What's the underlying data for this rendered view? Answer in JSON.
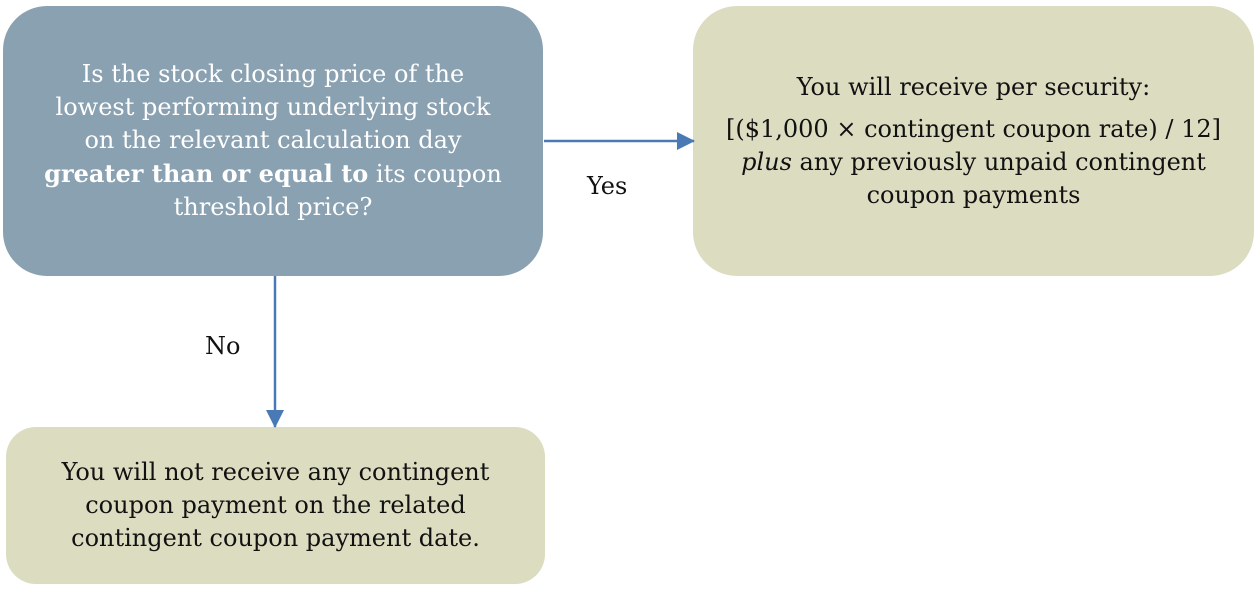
{
  "question": {
    "text_before": "Is the stock closing price of the lowest performing underlying stock on the relevant calculation day ",
    "text_bold": "greater than or equal to",
    "text_after": " its coupon threshold price?"
  },
  "yes_outcome": {
    "line1": "You will receive per security:",
    "formula": "[($1,000 × contingent coupon rate) / 12]",
    "plus_word": "plus",
    "rest": " any previously unpaid contingent coupon payments"
  },
  "no_outcome": {
    "text": "You will not receive any contingent coupon payment on the related contingent coupon payment date."
  },
  "labels": {
    "yes": "Yes",
    "no": "No"
  },
  "colors": {
    "question_box": "#8aa1b1",
    "outcome_box": "#dcdcc1",
    "arrow": "#4a7ab5"
  }
}
